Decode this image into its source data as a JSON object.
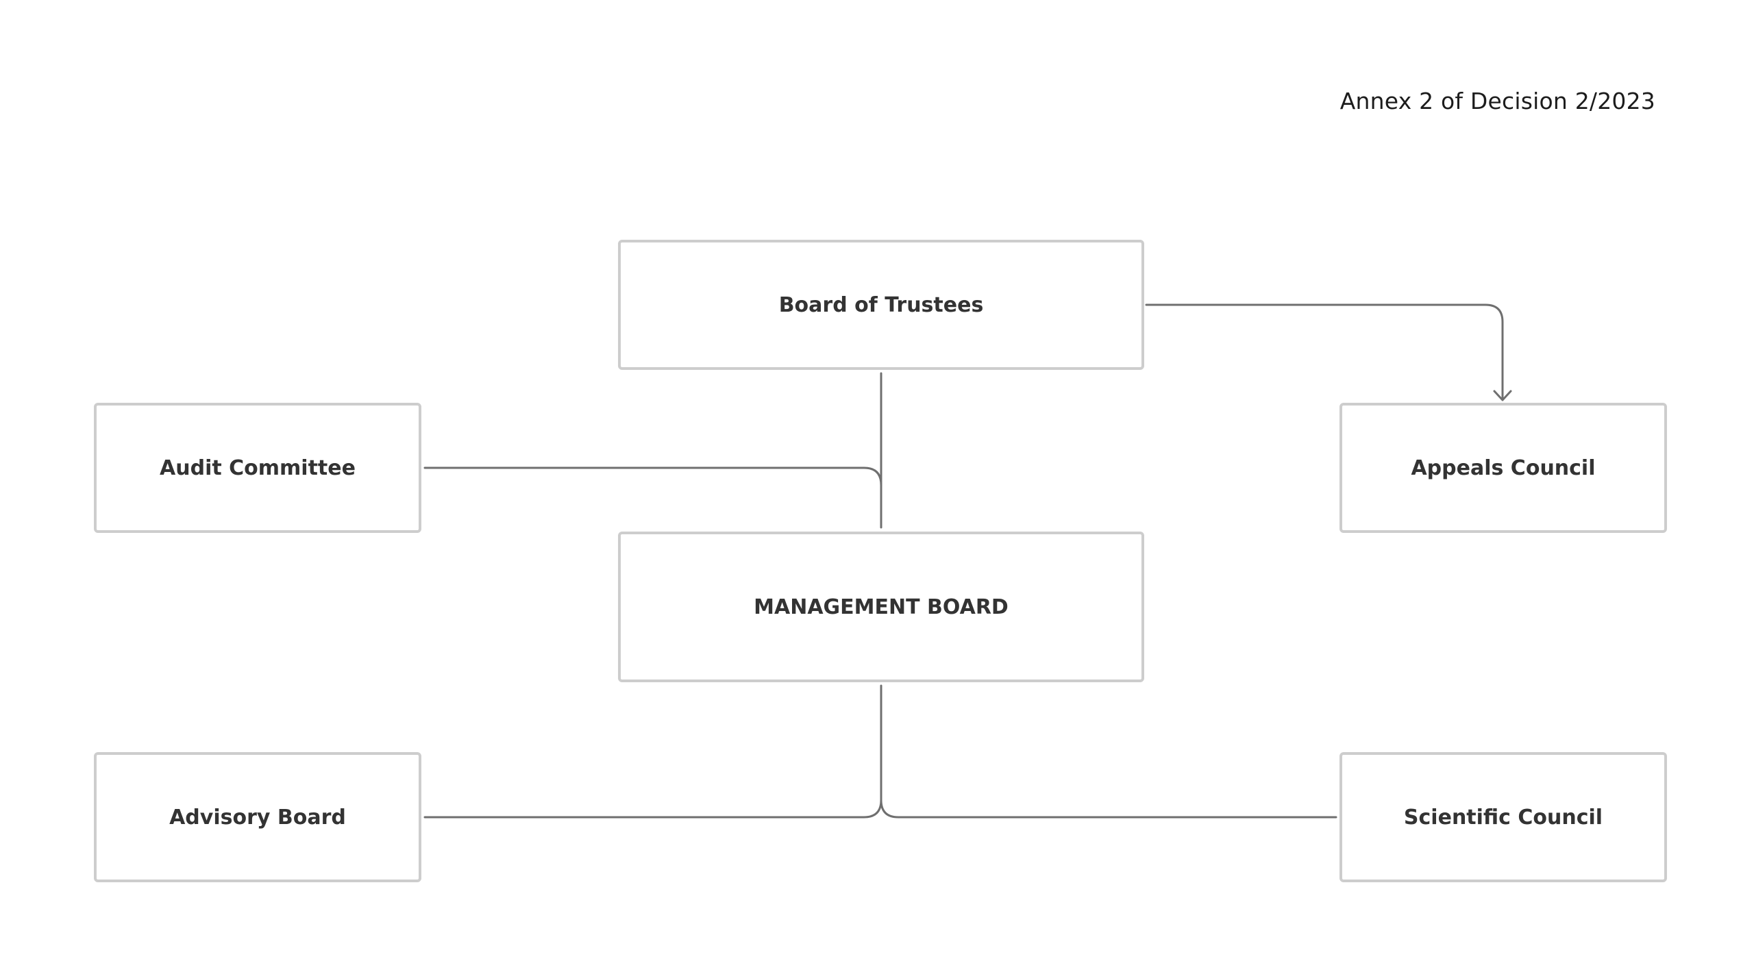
{
  "header": {
    "annex_text": "Annex 2 of Decision 2/2023"
  },
  "nodes": {
    "board_of_trustees": "Board of Trustees",
    "audit_committee": "Audit Committee",
    "appeals_council": "Appeals Council",
    "management_board": "MANAGEMENT BOARD",
    "advisory_board": "Advisory Board",
    "scientific_council": "Scientific Council"
  },
  "edges": [
    {
      "from": "board_of_trustees",
      "to": "appeals_council",
      "arrow": true
    },
    {
      "from": "board_of_trustees",
      "to": "management_board",
      "arrow": false
    },
    {
      "from": "audit_committee",
      "to": "management_board",
      "arrow": false
    },
    {
      "from": "management_board",
      "to": "advisory_board",
      "arrow": false
    },
    {
      "from": "management_board",
      "to": "scientific_council",
      "arrow": false
    }
  ],
  "colors": {
    "node_border": "#cdcdcd",
    "connector": "#6f6f6f",
    "label": "#333333"
  }
}
